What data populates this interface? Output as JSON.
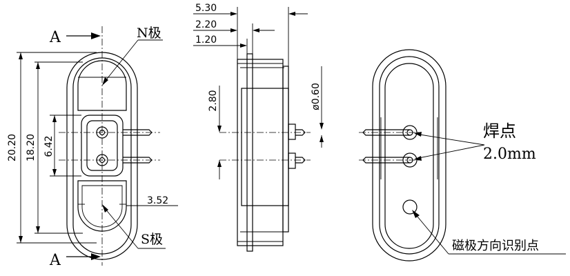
{
  "drawing": {
    "front_view": {
      "section_label_top": "A",
      "section_label_bottom": "A",
      "n_pole": "N极",
      "s_pole": "S极",
      "dim_total_length": "20.20",
      "dim_inner_length": "18.20",
      "dim_pin_spacing": "6.42",
      "dim_lower_offset": "3.52"
    },
    "side_view": {
      "dim_530": "5.30",
      "dim_220": "2.20",
      "dim_120": "1.20",
      "dim_280": "2.80",
      "dim_pin_dia": "ø0.60"
    },
    "back_view": {
      "solder_point": "焊点",
      "solder_size": "2.0mm",
      "magnet_mark": "磁极方向识别点"
    }
  }
}
